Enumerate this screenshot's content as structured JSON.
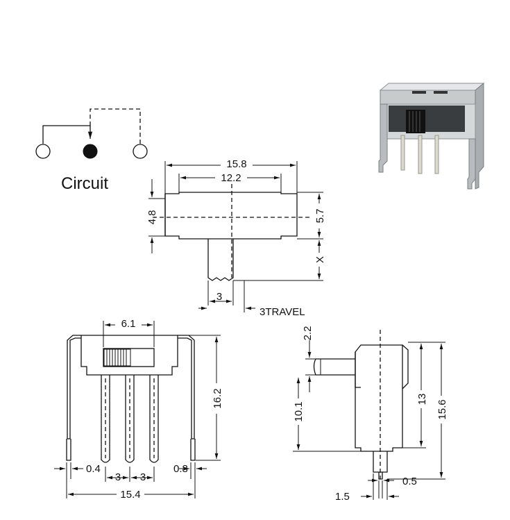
{
  "circuit": {
    "label": "Circuit"
  },
  "top_view": {
    "dims": {
      "overall_width": "15.8",
      "inner_width": "12.2",
      "left_height": "4.8",
      "right_height": "5.7",
      "lever_x": "X",
      "lever_width": "3",
      "travel": "3TRAVEL"
    }
  },
  "front_view": {
    "dims": {
      "actuator_width": "6.1",
      "height": "16.2",
      "pin_width": "0.4",
      "pitch_left": "3",
      "pitch_right": "3",
      "leg_width": "0.8",
      "overall_width": "15.4"
    }
  },
  "side_view": {
    "dims": {
      "actuator_height": "2.2",
      "actuator_offset": "10.1",
      "body_height": "13",
      "overall_height": "15.6",
      "pin_width": "0.5",
      "pin_offset": "1.5"
    }
  },
  "photo": {
    "description_icon": "slide-switch-photo-icon"
  }
}
